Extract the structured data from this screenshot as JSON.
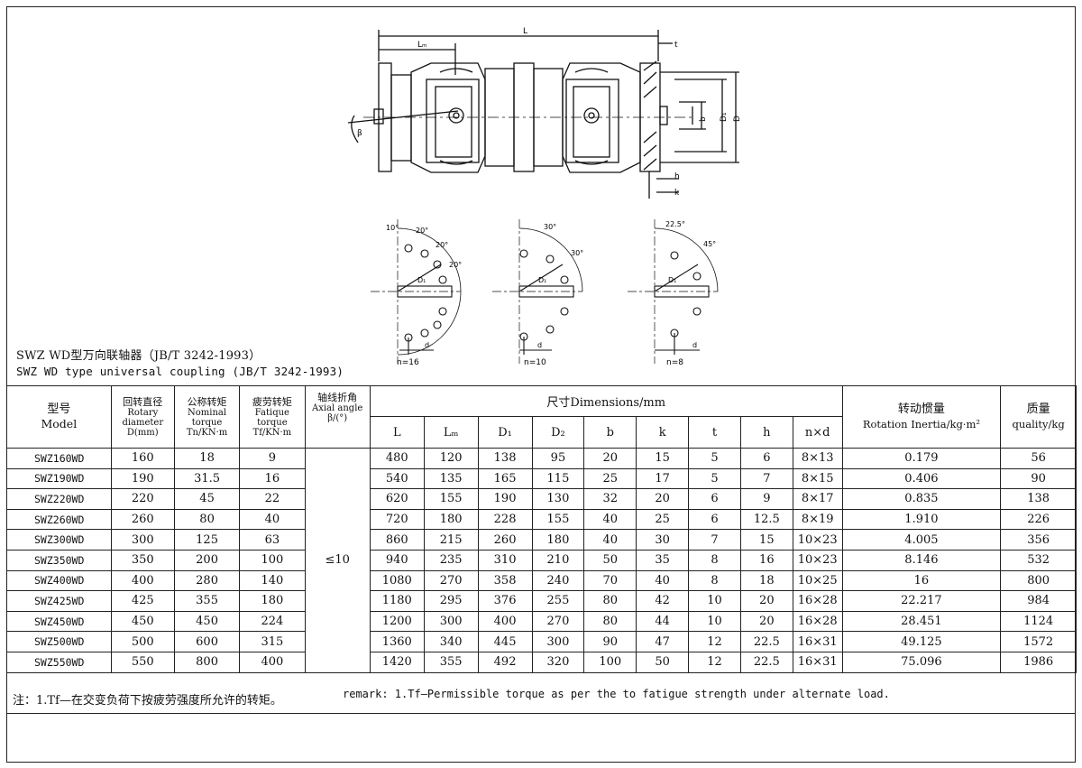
{
  "drawing": {
    "dims": {
      "L": "L",
      "Lm": "Lₘ",
      "t": "t",
      "b": "b",
      "D1": "D₁",
      "D": "D",
      "h": "h",
      "k": "k",
      "beta": "β"
    },
    "patterns": [
      {
        "n": "n=16",
        "angles": [
          "10°",
          "20°",
          "20°",
          "20°"
        ],
        "d": "d",
        "D1": "D₁"
      },
      {
        "n": "n=10",
        "angles": [
          "30°",
          "30°"
        ],
        "d": "d",
        "D1": "D₁"
      },
      {
        "n": "n=8",
        "angles": [
          "22.5°",
          "45°"
        ],
        "d": "d",
        "D1": "D₁"
      }
    ]
  },
  "title": {
    "cn": "SWZ WD型万向联轴器（JB/T 3242-1993）",
    "en": "SWZ WD type universal coupling (JB/T 3242-1993)"
  },
  "table": {
    "headers": {
      "model": {
        "cn": "型号",
        "en": "Model"
      },
      "rotary": {
        "cn": "回转直径",
        "en1": "Rotary",
        "en2": "diameter",
        "en3": "D(mm)"
      },
      "nominal": {
        "cn": "公称转矩",
        "en1": "Nominal",
        "en2": "torque",
        "en3": "Tn/KN·m"
      },
      "fatigue": {
        "cn": "疲劳转矩",
        "en1": "Fatique",
        "en2": "torque",
        "en3": "Tf/KN·m"
      },
      "axial": {
        "cn": "轴线折角",
        "en1": "Axial angle",
        "en2": "β/(°)"
      },
      "dimensions": "尺寸Dimensions/mm",
      "dim_cols": [
        "L",
        "Lₘ",
        "D₁",
        "D₂",
        "b",
        "k",
        "t",
        "h",
        "n×d"
      ],
      "inertia": {
        "cn": "转动惯量",
        "en": "Rotation Inertia/kg·m²"
      },
      "mass": {
        "cn": "质量",
        "en": "quality/kg"
      }
    },
    "axial_value": "≤10",
    "rows": [
      [
        "SWZ160WD",
        "160",
        "18",
        "9",
        "480",
        "120",
        "138",
        "95",
        "20",
        "15",
        "5",
        "6",
        "8×13",
        "0.179",
        "56"
      ],
      [
        "SWZ190WD",
        "190",
        "31.5",
        "16",
        "540",
        "135",
        "165",
        "115",
        "25",
        "17",
        "5",
        "7",
        "8×15",
        "0.406",
        "90"
      ],
      [
        "SWZ220WD",
        "220",
        "45",
        "22",
        "620",
        "155",
        "190",
        "130",
        "32",
        "20",
        "6",
        "9",
        "8×17",
        "0.835",
        "138"
      ],
      [
        "SWZ260WD",
        "260",
        "80",
        "40",
        "720",
        "180",
        "228",
        "155",
        "40",
        "25",
        "6",
        "12.5",
        "8×19",
        "1.910",
        "226"
      ],
      [
        "SWZ300WD",
        "300",
        "125",
        "63",
        "860",
        "215",
        "260",
        "180",
        "40",
        "30",
        "7",
        "15",
        "10×23",
        "4.005",
        "356"
      ],
      [
        "SWZ350WD",
        "350",
        "200",
        "100",
        "940",
        "235",
        "310",
        "210",
        "50",
        "35",
        "8",
        "16",
        "10×23",
        "8.146",
        "532"
      ],
      [
        "SWZ400WD",
        "400",
        "280",
        "140",
        "1080",
        "270",
        "358",
        "240",
        "70",
        "40",
        "8",
        "18",
        "10×25",
        "16",
        "800"
      ],
      [
        "SWZ425WD",
        "425",
        "355",
        "180",
        "1180",
        "295",
        "376",
        "255",
        "80",
        "42",
        "10",
        "20",
        "16×28",
        "22.217",
        "984"
      ],
      [
        "SWZ450WD",
        "450",
        "450",
        "224",
        "1200",
        "300",
        "400",
        "270",
        "80",
        "44",
        "10",
        "20",
        "16×28",
        "28.451",
        "1124"
      ],
      [
        "SWZ500WD",
        "500",
        "600",
        "315",
        "1360",
        "340",
        "445",
        "300",
        "90",
        "47",
        "12",
        "22.5",
        "16×31",
        "49.125",
        "1572"
      ],
      [
        "SWZ550WD",
        "550",
        "800",
        "400",
        "1420",
        "355",
        "492",
        "320",
        "100",
        "50",
        "12",
        "22.5",
        "16×31",
        "75.096",
        "1986"
      ]
    ]
  },
  "notes": {
    "cn": "注：1.Tf—在交变负荷下按疲劳强度所允许的转矩。",
    "en": "remark: 1.Tf—Permissible torque as per the to fatigue strength under alternate load."
  }
}
